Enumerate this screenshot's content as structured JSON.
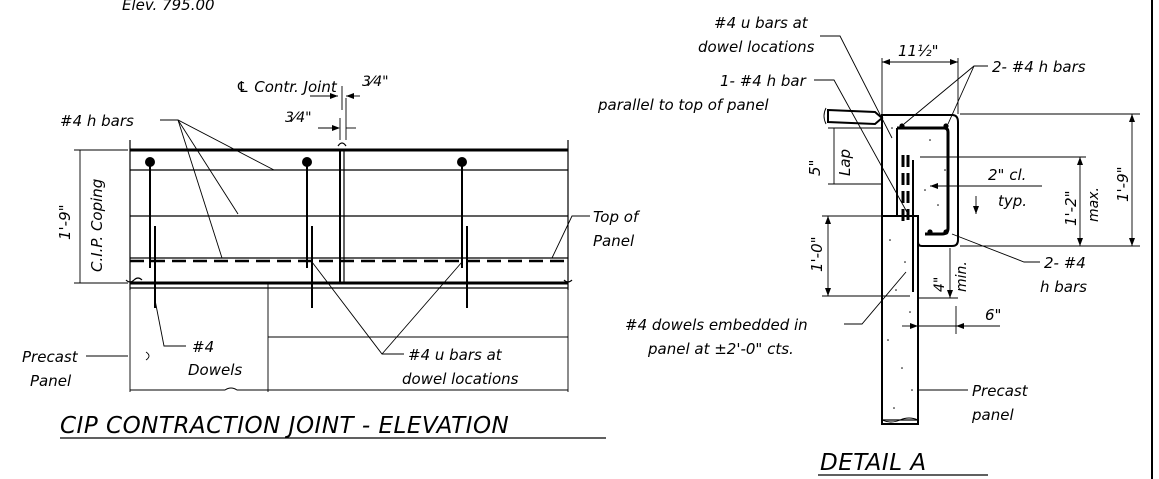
{
  "elevation": {
    "elev_note": "Elev. 795.00",
    "contr_joint_label": "℄ Contr. Joint",
    "dim_three_quarter_a": "3⁄4\"",
    "dim_three_quarter_b": "3⁄4\"",
    "h_bars_label": "#4 h bars",
    "coping_height": "1'-9\"",
    "coping_label": "C.I.P. Coping",
    "top_of_panel_1": "Top of",
    "top_of_panel_2": "Panel",
    "precast_panel_1": "Precast",
    "precast_panel_2": "Panel",
    "dowels_1": "#4",
    "dowels_2": "Dowels",
    "u_bars_1": "#4 u bars at",
    "u_bars_2": "dowel locations",
    "title": "CIP CONTRACTION JOINT - ELEVATION"
  },
  "detail": {
    "u_bars_1": "#4 u bars at",
    "u_bars_2": "dowel locations",
    "h_bar_1": "1- #4 h bar",
    "h_bar_2": "parallel to top of panel",
    "width_dim": "11½\"",
    "two_h_bars_top": "2- #4 h bars",
    "lap_dim": "5\"",
    "lap_label": "Lap",
    "cover_1": "2\" cl.",
    "cover_2": "typ.",
    "max_dim": "1'-2\"",
    "max_label": "max.",
    "total_height": "1'-9\"",
    "dowel_len": "1'-0\"",
    "min_dim": "4\"",
    "min_label": "min.",
    "two_h_bars_bot_1": "2- #4",
    "two_h_bars_bot_2": "h bars",
    "six_dim": "6\"",
    "dowels_1": "#4 dowels embedded in",
    "dowels_2": "panel at ±2'-0\" cts.",
    "precast_1": "Precast",
    "precast_2": "panel",
    "title": "DETAIL A"
  },
  "icons": {
    "centerline": "centerline-symbol-icon"
  }
}
